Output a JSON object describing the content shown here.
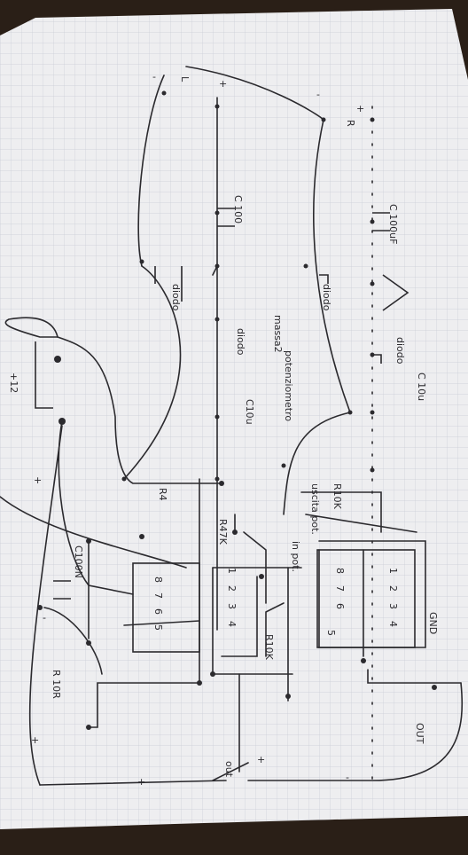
{
  "colors": {
    "background": "#2a1f17",
    "paper": "#eeeef0",
    "grid": "#c9ccd6",
    "ink": "#2b2a2e"
  },
  "labels": {
    "r_label": "R",
    "l_label": "L",
    "c100uf_top": "C 100uF",
    "c100_mid": "C 100",
    "diodo_1": "diodo",
    "diodo_2": "diodo",
    "diodo_3": "diodo",
    "diodo_4": "diodo",
    "massa2": "massa2",
    "potenziometro": "potenziometro",
    "c10u": "C 10u",
    "c10u_mid": "C10u",
    "r10k": "R10K",
    "r47k": "R47K",
    "r4": "R4",
    "uscita_pot": "uscita pot.",
    "in_pot": "in pot.",
    "r10k_right": "R10K",
    "c100n": "C100N",
    "r10r": "R 10R",
    "gnd": "GND",
    "out_1": "OUT",
    "out_2": "out",
    "twelve_v": "+12",
    "plus": "+",
    "minus": "-",
    "ic1_pins": [
      "1",
      "2",
      "3",
      "4"
    ],
    "ic1_pins_bottom": [
      "8",
      "7",
      "6",
      "5"
    ],
    "ic2_pins": [
      "8",
      "7",
      "6",
      "5"
    ],
    "ic2_pins_bottom": [
      "1",
      "2",
      "3",
      "4"
    ]
  }
}
